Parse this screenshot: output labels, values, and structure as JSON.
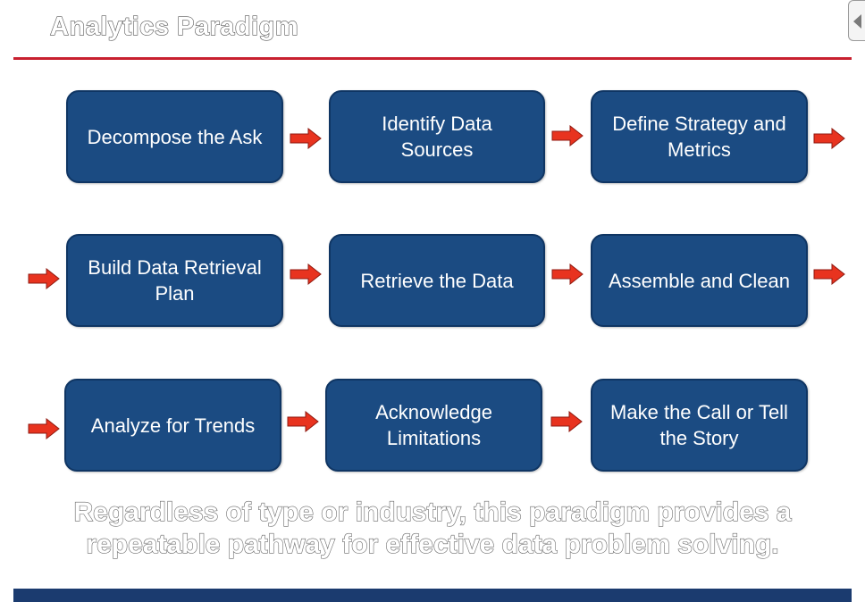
{
  "title": "Analytics Paradigm",
  "steps": [
    "Decompose the Ask",
    "Identify Data Sources",
    "Define Strategy and Metrics",
    "Build Data Retrieval Plan",
    "Retrieve the Data",
    "Assemble and Clean",
    "Analyze for Trends",
    "Acknowledge Limitations",
    "Make the Call or Tell the Story"
  ],
  "tagline": "Regardless of type or industry, this paradigm provides a repeatable pathway for effective data problem solving.",
  "colors": {
    "box_fill": "#1b4b82",
    "title_rule": "#c8202f",
    "footer_bar": "#1b3b6f",
    "arrow_fill": "#e8331f"
  }
}
